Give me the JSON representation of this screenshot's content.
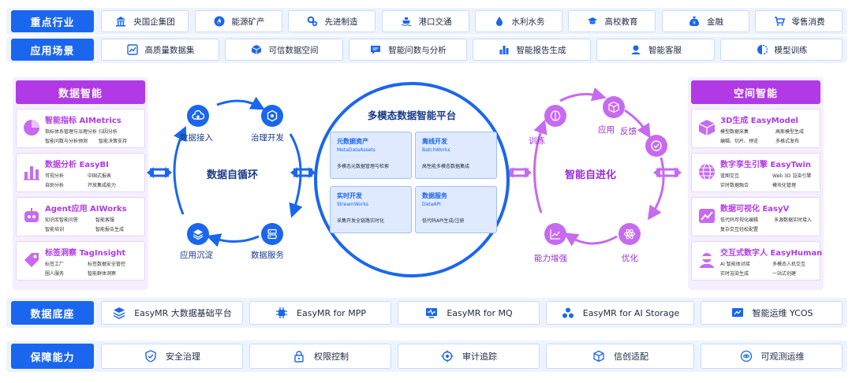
{
  "industries": {
    "label": "重点行业",
    "items": [
      {
        "icon": "bank-icon",
        "label": "央国企集团"
      },
      {
        "icon": "flame-icon",
        "label": "能源矿产"
      },
      {
        "icon": "gears-icon",
        "label": "先进制造"
      },
      {
        "icon": "ship-icon",
        "label": "港口交通"
      },
      {
        "icon": "water-drop-icon",
        "label": "水利水务"
      },
      {
        "icon": "graduation-cap-icon",
        "label": "高校教育"
      },
      {
        "icon": "money-bag-icon",
        "label": "金融"
      },
      {
        "icon": "cart-icon",
        "label": "零售消费"
      }
    ]
  },
  "scenarios": {
    "label": "应用场景",
    "items": [
      {
        "icon": "line-chart-icon",
        "label": "高质量数据集"
      },
      {
        "icon": "cube-icon",
        "label": "可信数据空间"
      },
      {
        "icon": "chat-icon",
        "label": "智能问数与分析"
      },
      {
        "icon": "bar-chart-icon",
        "label": "智能报告生成"
      },
      {
        "icon": "agent-icon",
        "label": "智能客服"
      },
      {
        "icon": "brain-icon",
        "label": "模型训练"
      }
    ]
  },
  "data_intelligence": {
    "title": "数据智能",
    "cards": [
      {
        "icon": "pie-chart-icon",
        "title": "智能指标 AIMetrics",
        "rows": [
          [
            "指标体系管理与治理分析",
            "归因分析"
          ],
          [
            "智能问数与分析预测",
            "智能决策支持"
          ]
        ]
      },
      {
        "icon": "bar-chart-icon",
        "title": "数据分析 EasyBI",
        "rows": [
          [
            "可视分析",
            "中国式报表"
          ],
          [
            "自助分析",
            "开放集成能力"
          ]
        ]
      },
      {
        "icon": "robot-icon",
        "title": "Agent应用 AIWorks",
        "rows": [
          [
            "知识库智能问答",
            "智能客服"
          ],
          [
            "智能培训",
            "智能报告生成"
          ]
        ]
      },
      {
        "icon": "tag-icon",
        "title": "标签洞察 TagInsight",
        "rows": [
          [
            "标签工厂",
            "标签数据安全管控"
          ],
          [
            "圈人服务",
            "智能群体洞察"
          ]
        ]
      }
    ]
  },
  "spatial_intelligence": {
    "title": "空间智能",
    "cards": [
      {
        "icon": "cube-3d-icon",
        "title": "3D生成 EasyModel",
        "rows": [
          [
            "模型数据采集",
            "高斯模型生成"
          ],
          [
            "编辑、切片、预览",
            "多格式发布"
          ]
        ]
      },
      {
        "icon": "globe-icon",
        "title": "数字孪生引擎 EasyTwin",
        "rows": [
          [
            "蓝图交互",
            "Web 3D 渲染引擎"
          ],
          [
            "实时数据融合",
            "模块化管理"
          ]
        ]
      },
      {
        "icon": "trend-chart-icon",
        "title": "数据可视化 EasyV",
        "rows": [
          [
            "低代码可视化编辑",
            "多源数据实时接入"
          ],
          [
            "复杂交互轻松配置",
            ""
          ]
        ]
      },
      {
        "icon": "vr-avatar-icon",
        "title": "交互式数字人 EasyHuman",
        "rows": [
          [
            "AI 智能体对接",
            "多模态人机交互"
          ],
          [
            "实时渲染生成",
            "一站式创建"
          ]
        ]
      }
    ]
  },
  "left_loop": {
    "title": "数据自循环",
    "nodes": [
      {
        "icon": "cloud-upload-icon",
        "label": "数据接入"
      },
      {
        "icon": "hexagon-gear-icon",
        "label": "治理开发"
      },
      {
        "icon": "server-icon",
        "label": "数据服务"
      },
      {
        "icon": "layers-icon",
        "label": "应用沉淀"
      }
    ]
  },
  "platform": {
    "title": "多模态数据智能平台",
    "boxes": [
      {
        "title": "元数据资产",
        "sub": "MetaDataAssets",
        "desc": "多模态元数据管理与检索"
      },
      {
        "title": "离线开发",
        "sub": "BatchWorks",
        "desc": "高性能多模态数据集成"
      },
      {
        "title": "实时开发",
        "sub": "StreamWorks",
        "desc": "采集开发全链路实时化"
      },
      {
        "title": "数据服务",
        "sub": "DataAPI",
        "desc": "低代码API生成/注册"
      }
    ]
  },
  "right_loop": {
    "title": "智能自进化",
    "nodes": [
      {
        "icon": "brain-icon",
        "label": "训练"
      },
      {
        "icon": "box-icon",
        "label": "应用"
      },
      {
        "icon": "check-circle-icon",
        "label": "反馈"
      },
      {
        "icon": "atom-icon",
        "label": "优化"
      },
      {
        "icon": "line-chart-icon",
        "label": "能力增强"
      }
    ]
  },
  "foundation": {
    "label": "数据底座",
    "items": [
      {
        "icon": "stack-icon",
        "label": "EasyMR 大数据基础平台"
      },
      {
        "icon": "chip-icon",
        "label": "EasyMR for MPP"
      },
      {
        "icon": "monitor-wave-icon",
        "label": "EasyMR for MQ"
      },
      {
        "icon": "cluster-icon",
        "label": "EasyMR for AI Storage"
      },
      {
        "icon": "ops-icon",
        "label": "智能运维 YCOS"
      }
    ]
  },
  "assurance": {
    "label": "保障能力",
    "items": [
      {
        "icon": "shield-check-icon",
        "label": "安全治理"
      },
      {
        "icon": "lock-icon",
        "label": "权限控制"
      },
      {
        "icon": "target-icon",
        "label": "审计追踪"
      },
      {
        "icon": "cube-outline-icon",
        "label": "信创适配"
      },
      {
        "icon": "observe-icon",
        "label": "可观测运维"
      }
    ]
  },
  "colors": {
    "blue": "#1a66ee",
    "purple": "#b13ae6",
    "light_blue": "#eef4ff",
    "light_purple": "#f5f0ff"
  }
}
